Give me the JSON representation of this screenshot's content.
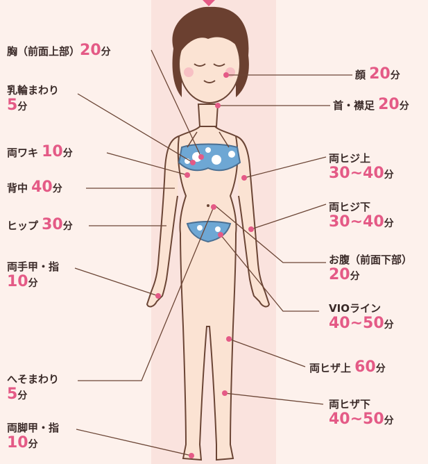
{
  "colors": {
    "accent": "#e45a86",
    "skin": "#fbe3d3",
    "outline": "#6b4535",
    "hair": "#6b4030",
    "bikini": "#6ea7d4",
    "background": "#fdf1ec"
  },
  "labels": [
    {
      "id": "chest",
      "part": "胸（前面上部）",
      "num": "20",
      "unit": "分"
    },
    {
      "id": "areola",
      "part": "乳輪まわり",
      "num": "5",
      "unit": "分"
    },
    {
      "id": "armpits",
      "part": "両ワキ",
      "num": "10",
      "unit": "分"
    },
    {
      "id": "back",
      "part": "背中",
      "num": "40",
      "unit": "分"
    },
    {
      "id": "hips",
      "part": "ヒップ",
      "num": "30",
      "unit": "分"
    },
    {
      "id": "hands",
      "part": "両手甲・指",
      "num": "10",
      "unit": "分"
    },
    {
      "id": "navel",
      "part": "へそまわり",
      "num": "5",
      "unit": "分"
    },
    {
      "id": "feet",
      "part": "両脚甲・指",
      "num": "10",
      "unit": "分"
    },
    {
      "id": "face",
      "part": "顔",
      "num": "20",
      "unit": "分"
    },
    {
      "id": "neck",
      "part": "首・襟足",
      "num": "20",
      "unit": "分"
    },
    {
      "id": "upper-elbow",
      "part": "両ヒジ上",
      "num": "30~40",
      "unit": "分"
    },
    {
      "id": "lower-elbow",
      "part": "両ヒジ下",
      "num": "30~40",
      "unit": "分"
    },
    {
      "id": "abdomen",
      "part": "お腹（前面下部）",
      "num": "20",
      "unit": "分"
    },
    {
      "id": "vio",
      "part": "VIOライン",
      "num": "40~50",
      "unit": "分"
    },
    {
      "id": "upper-knee",
      "part": "両ヒザ上",
      "num": "60",
      "unit": "分"
    },
    {
      "id": "lower-knee",
      "part": "両ヒザ下",
      "num": "40~50",
      "unit": "分"
    }
  ]
}
